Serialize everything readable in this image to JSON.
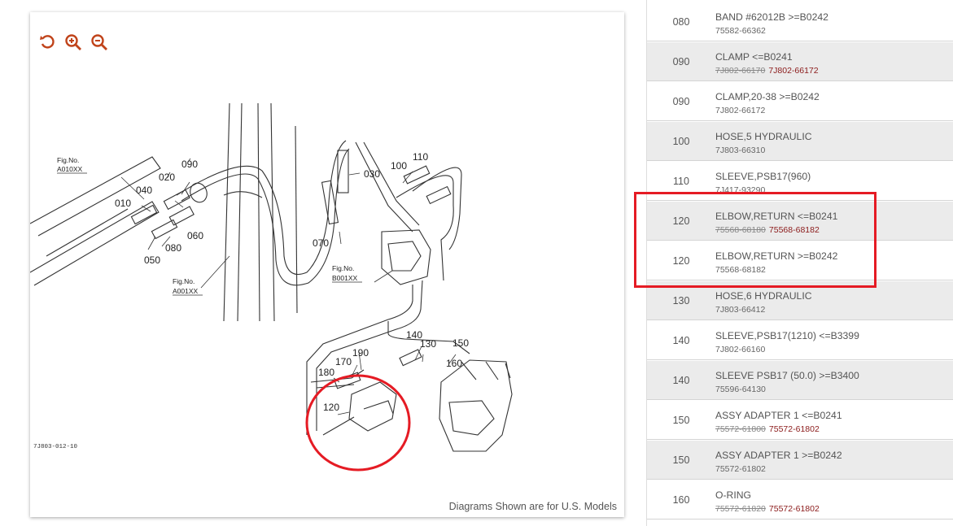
{
  "diagram": {
    "disclaimer": "Diagrams Shown are for U.S. Models",
    "figure_code": "7J803-012-10",
    "tools": [
      {
        "icon": "rotate-reset-icon"
      },
      {
        "icon": "zoom-in-icon"
      },
      {
        "icon": "zoom-out-icon"
      }
    ],
    "callouts": {
      "c010": "010",
      "c020": "020",
      "c030": "030",
      "c040": "040",
      "c050": "050",
      "c060": "060",
      "c070": "070",
      "c080": "080",
      "c090": "090",
      "c100": "100",
      "c110": "110",
      "c120": "120",
      "c130": "130",
      "c140": "140",
      "c150": "150",
      "c160": "160",
      "c170": "170",
      "c180": "180",
      "c190": "190"
    },
    "figure_refs": {
      "a010_label": "Fig.No.",
      "a010_code": "A010XX",
      "a001_label": "Fig.No.",
      "a001_code": "A001XX",
      "b001_label": "Fig.No.",
      "b001_code": "B001XX"
    },
    "accent_color": "#c0431a",
    "highlight_color": "#e51b24"
  },
  "parts": [
    {
      "ref": "080",
      "desc": "BAND #62012B >=B0242",
      "pn": "75582-66362",
      "pn_old": "",
      "pn_new": ""
    },
    {
      "ref": "090",
      "desc": "CLAMP <=B0241",
      "pn": "",
      "pn_old": "7J802-66170",
      "pn_new": "7J802-66172"
    },
    {
      "ref": "090",
      "desc": "CLAMP,20-38 >=B0242",
      "pn": "7J802-66172",
      "pn_old": "",
      "pn_new": ""
    },
    {
      "ref": "100",
      "desc": "HOSE,5 HYDRAULIC",
      "pn": "7J803-66310",
      "pn_old": "",
      "pn_new": ""
    },
    {
      "ref": "110",
      "desc": "SLEEVE,PSB17(960)",
      "pn": "7J417-93290",
      "pn_old": "",
      "pn_new": ""
    },
    {
      "ref": "120",
      "desc": "ELBOW,RETURN <=B0241",
      "pn": "",
      "pn_old": "75568-68180",
      "pn_new": "75568-68182"
    },
    {
      "ref": "120",
      "desc": "ELBOW,RETURN >=B0242",
      "pn": "75568-68182",
      "pn_old": "",
      "pn_new": ""
    },
    {
      "ref": "130",
      "desc": "HOSE,6 HYDRAULIC",
      "pn": "7J803-66412",
      "pn_old": "",
      "pn_new": ""
    },
    {
      "ref": "140",
      "desc": "SLEEVE,PSB17(1210) <=B3399",
      "pn": "7J802-66160",
      "pn_old": "",
      "pn_new": ""
    },
    {
      "ref": "140",
      "desc": "SLEEVE PSB17 (50.0) >=B3400",
      "pn": "75596-64130",
      "pn_old": "",
      "pn_new": ""
    },
    {
      "ref": "150",
      "desc": "ASSY ADAPTER 1 <=B0241",
      "pn": "",
      "pn_old": "75572-61800",
      "pn_new": "75572-61802"
    },
    {
      "ref": "150",
      "desc": "ASSY ADAPTER 1 >=B0242",
      "pn": "75572-61802",
      "pn_old": "",
      "pn_new": ""
    },
    {
      "ref": "160",
      "desc": "O-RING",
      "pn": "",
      "pn_old": "75572-61820",
      "pn_new": "75572-61802"
    }
  ]
}
